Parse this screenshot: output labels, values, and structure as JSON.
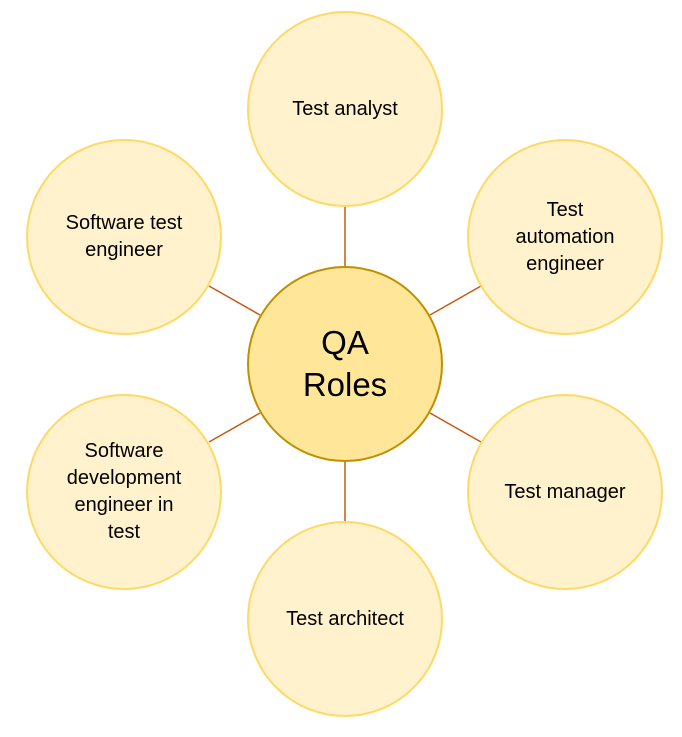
{
  "diagram": {
    "center": {
      "label": "QA\nRoles"
    },
    "roles": [
      {
        "label": "Test analyst"
      },
      {
        "label": "Test\nautomation\nengineer"
      },
      {
        "label": "Test manager"
      },
      {
        "label": "Test architect"
      },
      {
        "label": "Software\ndevelopment\nengineer in\ntest"
      },
      {
        "label": "Software test\nengineer"
      }
    ]
  },
  "colors": {
    "center_fill": "#FFE699",
    "center_border": "#BF9000",
    "outer_fill": "#FFF2CC",
    "outer_border": "#FFD966",
    "connector": "#C55A11"
  }
}
